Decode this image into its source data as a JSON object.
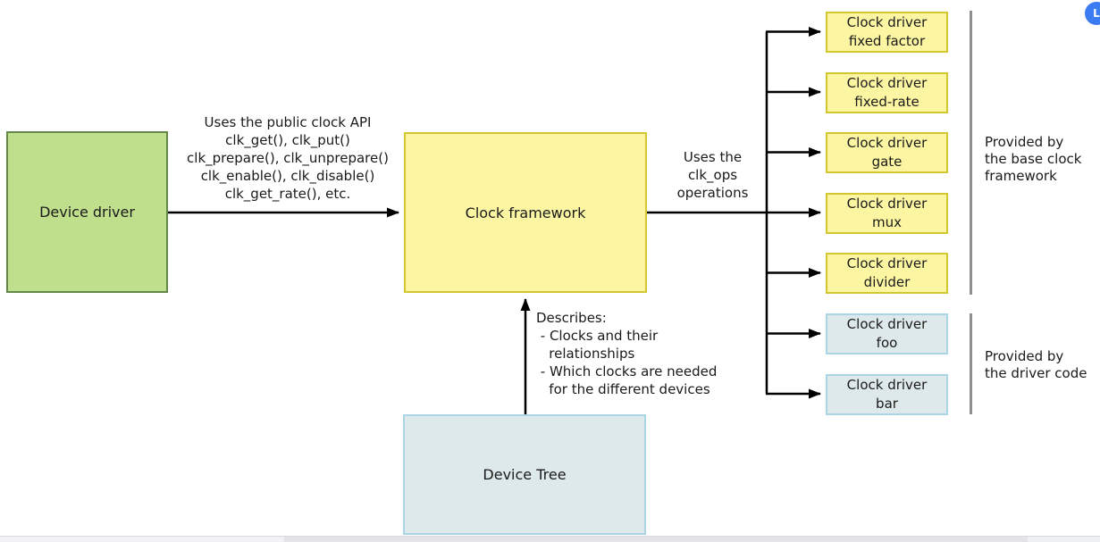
{
  "nodes": {
    "device_driver": {
      "label": "Device driver"
    },
    "clock_framework": {
      "label": "Clock framework"
    },
    "device_tree": {
      "label": "Device Tree"
    }
  },
  "annotations": {
    "public_api": "Uses the public clock API\nclk_get(), clk_put()\nclk_prepare(), clk_unprepare()\nclk_enable(), clk_disable()\nclk_get_rate(), etc.",
    "clk_ops": "Uses the\nclk_ops\noperations",
    "describes": "Describes:\n - Clocks and their\n   relationships\n - Which clocks are needed\n   for the different devices",
    "provided_base": "Provided by\nthe base clock\nframework",
    "provided_driver": "Provided by\nthe driver code"
  },
  "driver_boxes": [
    {
      "label": "Clock driver\nfixed factor",
      "group": "base clock framework"
    },
    {
      "label": "Clock driver\nfixed-rate",
      "group": "base clock framework"
    },
    {
      "label": "Clock driver\ngate",
      "group": "base clock framework"
    },
    {
      "label": "Clock driver\nmux",
      "group": "base clock framework"
    },
    {
      "label": "Clock driver\ndivider",
      "group": "base clock framework"
    },
    {
      "label": "Clock driver\nfoo",
      "group": "driver code"
    },
    {
      "label": "Clock driver\nbar",
      "group": "driver code"
    }
  ],
  "badge": {
    "letter": "L",
    "color": "#3b7cf2"
  },
  "colors": {
    "node_green_fill": "#bfdf8d",
    "node_green_border": "#64884a",
    "node_yellow_fill": "#fcf6a3",
    "node_yellow_border": "#d3c731",
    "node_blue_fill": "#dde9ea",
    "node_blue_border": "#abd5e5",
    "arrow": "#000000",
    "bracket": "#8f8f8f"
  }
}
